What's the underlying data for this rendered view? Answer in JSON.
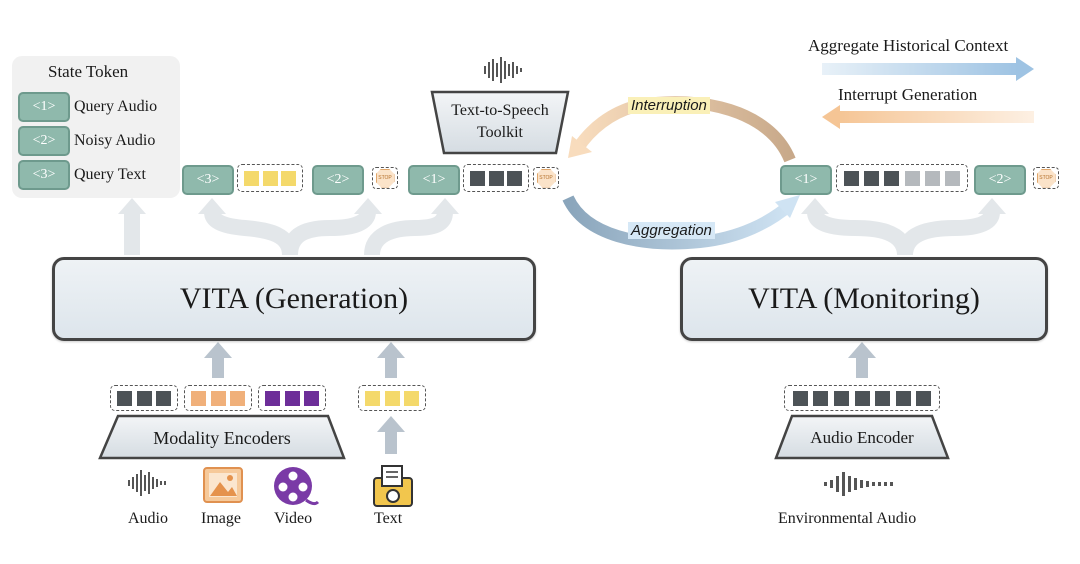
{
  "state_token": {
    "title": "State Token",
    "items": [
      {
        "token": "<1>",
        "label": "Query Audio"
      },
      {
        "token": "<2>",
        "label": "Noisy Audio"
      },
      {
        "token": "<3>",
        "label": "Query Text"
      }
    ]
  },
  "legend": {
    "aggregate": "Aggregate Historical Context",
    "interrupt": "Interrupt Generation"
  },
  "tts": {
    "line1": "Text-to-Speech",
    "line2": "Toolkit"
  },
  "flow": {
    "interruption": "Interruption",
    "aggregation": "Aggregation"
  },
  "generation": {
    "title": "VITA (Generation)",
    "tokens": [
      "<3>",
      "<2>",
      "<1>"
    ],
    "encoder": "Modality Encoders",
    "inputs": [
      "Audio",
      "Image",
      "Video",
      "Text"
    ]
  },
  "monitoring": {
    "title": "VITA (Monitoring)",
    "tokens": [
      "<1>",
      "<2>"
    ],
    "encoder": "Audio Encoder",
    "input": "Environmental Audio"
  },
  "stop_label": "STOP",
  "colors": {
    "token_fill": "#8fb9ac",
    "dark_square": "#4d5357",
    "yellow_square": "#f4d96b",
    "orange_square": "#f0b07a",
    "purple_square": "#6d2e99",
    "gray_square": "#b5b9bd",
    "blue_arrow": "#a9c8e4",
    "orange_arrow": "#f6cfa5"
  }
}
